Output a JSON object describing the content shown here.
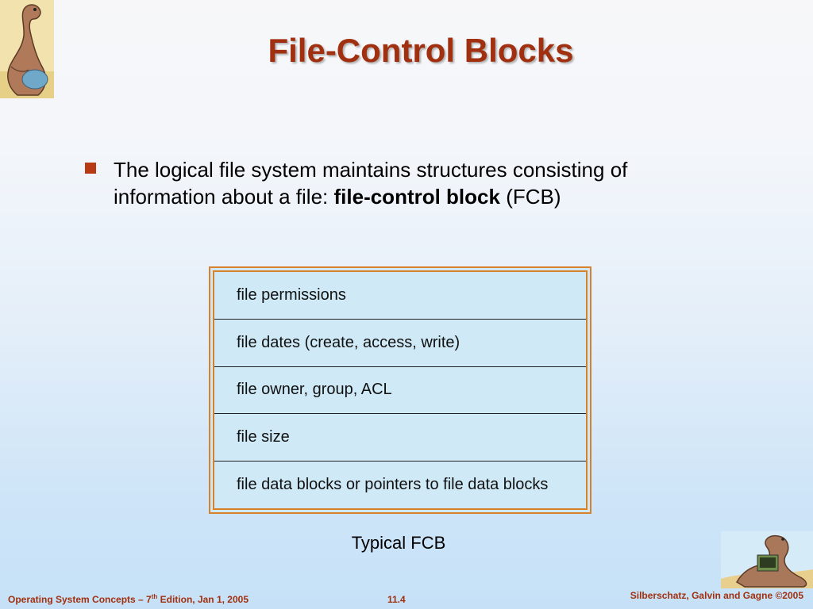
{
  "slide": {
    "title": "File-Control Blocks",
    "bullet": {
      "text_before": "The logical file system maintains structures consisting of information about a file: ",
      "bold": "file-control block",
      "text_after": " (FCB)"
    },
    "fcb_rows": [
      "file permissions",
      "file dates (create, access, write)",
      "file owner, group, ACL",
      "file size",
      "file data blocks or pointers to file data blocks"
    ],
    "caption": "Typical FCB"
  },
  "footer": {
    "left_pre": "Operating System Concepts – 7",
    "left_sup": "th",
    "left_post": " Edition, Jan 1, 2005",
    "center": "11.4",
    "right": "Silberschatz, Galvin and Gagne ©2005"
  },
  "colors": {
    "title": "#a0300f",
    "bullet": "#b83a14",
    "fcb_border": "#d8802a",
    "fcb_fill": "#cfe9f7"
  },
  "icons": [
    "dinosaur-logo-icon",
    "dinosaur-computer-logo-icon"
  ]
}
